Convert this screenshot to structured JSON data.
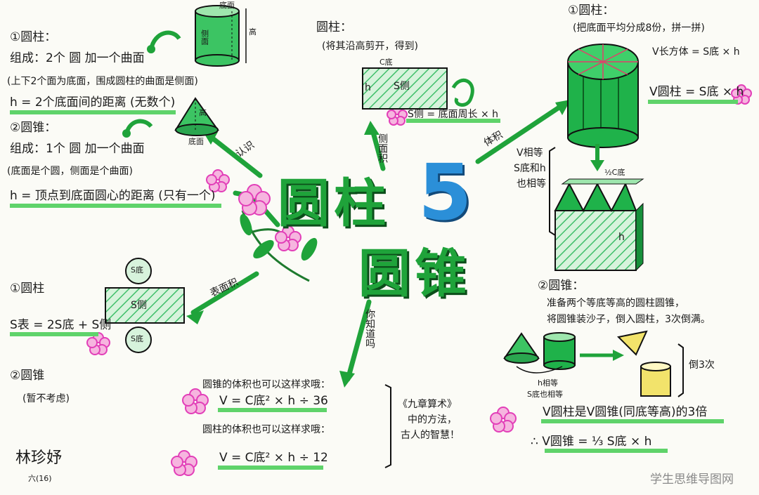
{
  "title": {
    "line1": "圆柱",
    "five": "5",
    "line2": "圆锥"
  },
  "branches": {
    "recognize": "认识",
    "surface": "表面积",
    "volume": "体积",
    "unfold": "侧面积",
    "know": "你知道吗"
  },
  "recog": {
    "cyl_head": "①圆柱：",
    "cyl_comp": "组成：2个 圆 加一个曲面",
    "cyl_note": "(上下2个面为底面，围成圆柱的曲面是侧面)",
    "cyl_h": "h = 2个底面间的距离 (无数个)",
    "cone_head": "②圆锥：",
    "cone_comp": "组成：1个 圆 加一个曲面",
    "cone_note": "(底面是个圆，侧面是个曲面)",
    "cone_h": "h = 顶点到底面圆心的距离 (只有一个)",
    "fig_top": "底面",
    "fig_side": "侧面",
    "fig_h": "高",
    "fig_cone_h": "高",
    "fig_cone_base": "底面"
  },
  "unfold": {
    "head": "圆柱：",
    "note": "(将其沿高剪开，得到)",
    "rect_top": "C底",
    "rect_h": "h",
    "rect_mid": "S侧",
    "formula": "S侧 = 底面周长 × h"
  },
  "surface": {
    "cyl_head": "①圆柱",
    "top": "S底",
    "mid": "S侧",
    "bot": "S底",
    "formula": "S表 = 2S底 + S侧",
    "cone_head": "②圆锥",
    "cone_note": "(暂不考虑)"
  },
  "volume": {
    "cyl_head": "①圆柱：",
    "cyl_note": "(把底面平均分成8份，拼一拼)",
    "rect_v": "V长方体 = S底 × h",
    "cyl_v": "V圆柱 = S底 × h",
    "mid_note": [
      "V相等",
      "S底和h",
      "也相等"
    ],
    "half_c": "½C底",
    "h_label": "h",
    "cone_head": "②圆锥：",
    "cone_note1": "准备两个等底等高的圆柱圆锥，",
    "cone_note2": "将圆锥装沙子，倒入圆柱，3次倒满。",
    "eq1": "h相等",
    "eq2": "S底也相等",
    "pour": "倒3次",
    "rel": "V圆柱是V圆锥(同底等高)的3倍",
    "cone_formula": "∴ V圆锥 = ⅓ S底 × h"
  },
  "know": {
    "f1_head": "圆锥的体积也可以这样求哦：",
    "f1": "V = C底² × h ÷ 36",
    "f2_head": "圆柱的体积也可以这样求哦：",
    "f2": "V = C底² × h ÷ 12",
    "aside": [
      "《九章算术》",
      "中的方法，",
      "古人的智慧！"
    ]
  },
  "author": {
    "name": "林珍妤",
    "class": "六(16)"
  },
  "watermark": "学生思维导图网",
  "colors": {
    "green": "#1fa33a",
    "lightgreen": "#5fd36a",
    "blue": "#2b8fd8",
    "pink": "#e23fb8",
    "yellow": "#e6c62a"
  }
}
